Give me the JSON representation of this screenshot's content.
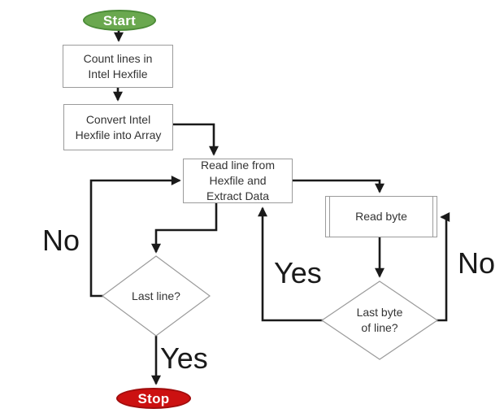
{
  "nodes": {
    "start": {
      "type": "terminator",
      "label": "Start"
    },
    "count_lines": {
      "type": "process",
      "lines": [
        "Count lines in",
        "Intel Hexfile"
      ]
    },
    "convert": {
      "type": "process",
      "lines": [
        "Convert Intel",
        "Hexfile into Array"
      ]
    },
    "read_line": {
      "type": "process",
      "lines": [
        "Read line from",
        "Hexfile and",
        "Extract Data"
      ]
    },
    "read_byte": {
      "type": "predefined-process",
      "lines": [
        "Read byte"
      ]
    },
    "last_line": {
      "type": "decision",
      "lines": [
        "Last line?"
      ]
    },
    "last_byte": {
      "type": "decision",
      "lines": [
        "Last byte",
        "of line?"
      ]
    },
    "stop": {
      "type": "terminator",
      "label": "Stop"
    }
  },
  "edge_labels": {
    "no_last_line": "No",
    "yes_last_line": "Yes",
    "yes_last_byte": "Yes",
    "no_last_byte": "No"
  },
  "colors": {
    "start_fill": "#6aa84f",
    "start_border": "#4c8c38",
    "stop_fill": "#cc1111",
    "stop_border": "#a00d0d",
    "shape_border": "#9b9b9b",
    "arrow": "#1a1a1a",
    "text": "#333333",
    "background": "#ffffff"
  }
}
